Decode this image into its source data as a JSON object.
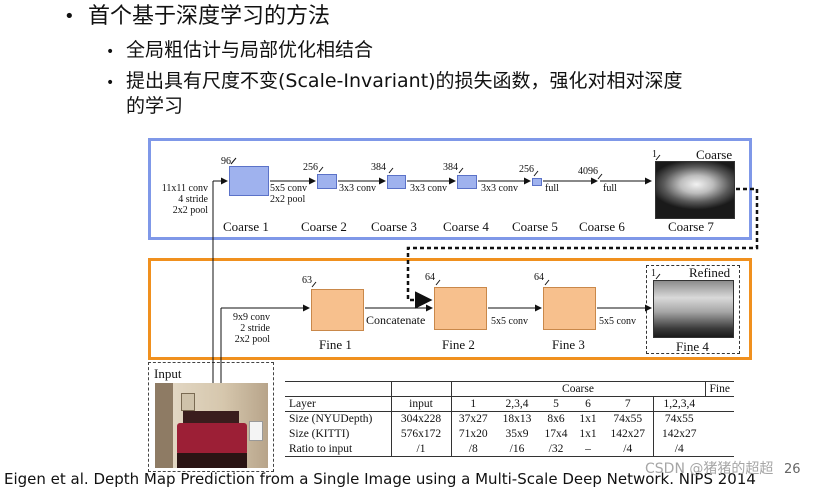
{
  "bullets": {
    "main": "首个基于深度学习的方法",
    "sub1": "全局粗估计与局部优化相结合",
    "sub2_line1": "提出具有尺度不变(Scale-Invariant)的损失函数，强化对相对深度",
    "sub2_line2": "的学习"
  },
  "coarse": {
    "layer1": {
      "label": "Coarse 1",
      "ch": "96",
      "pre": [
        "11x11 conv",
        "4 stride",
        "2x2 pool"
      ],
      "post": [
        "5x5 conv",
        "2x2 pool"
      ]
    },
    "layer2": {
      "label": "Coarse 2",
      "ch": "256",
      "post": "3x3 conv"
    },
    "layer3": {
      "label": "Coarse 3",
      "ch": "384",
      "post": "3x3 conv"
    },
    "layer4": {
      "label": "Coarse 4",
      "ch": "384",
      "post": "3x3 conv"
    },
    "layer5": {
      "label": "Coarse 5",
      "ch": "256",
      "post": "full"
    },
    "layer6": {
      "label": "Coarse 6",
      "ch": "4096",
      "post": "full"
    },
    "layer7": {
      "label": "Coarse 7",
      "ch": "1",
      "tag": "Coarse"
    }
  },
  "fine": {
    "layer1": {
      "label": "Fine 1",
      "ch": "63",
      "pre": [
        "9x9 conv",
        "2 stride",
        "2x2 pool"
      ],
      "post": "Concatenate"
    },
    "layer2": {
      "label": "Fine 2",
      "ch": "64",
      "post": "5x5 conv"
    },
    "layer3": {
      "label": "Fine 3",
      "ch": "64",
      "post": "5x5 conv"
    },
    "layer4": {
      "label": "Fine 4",
      "ch": "1",
      "tag": "Refined"
    }
  },
  "input_label": "Input",
  "table": {
    "group_coarse": "Coarse",
    "group_fine": "Fine",
    "header": [
      "Layer",
      "input",
      "1",
      "2,3,4",
      "5",
      "6",
      "7",
      "1,2,3,4"
    ],
    "rows": [
      [
        "Size (NYUDepth)",
        "304x228",
        "37x27",
        "18x13",
        "8x6",
        "1x1",
        "74x55",
        "74x55"
      ],
      [
        "Size (KITTI)",
        "576x172",
        "71x20",
        "35x9",
        "17x4",
        "1x1",
        "142x27",
        "142x27"
      ],
      [
        "Ratio to input",
        "/1",
        "/8",
        "/16",
        "/32",
        "–",
        "/4",
        "/4"
      ]
    ]
  },
  "footer": {
    "citation": "Eigen et al. Depth Map Prediction from a Single Image using a Multi-Scale Deep Network. NIPS 2014",
    "page_number": "26",
    "watermark": "CSDN @猪猪的超超"
  },
  "colors": {
    "blue_frame": "#7f98e8",
    "orange_frame": "#f0901e",
    "blue_volume": "#9fb2ee",
    "orange_volume": "#f7c08d"
  }
}
